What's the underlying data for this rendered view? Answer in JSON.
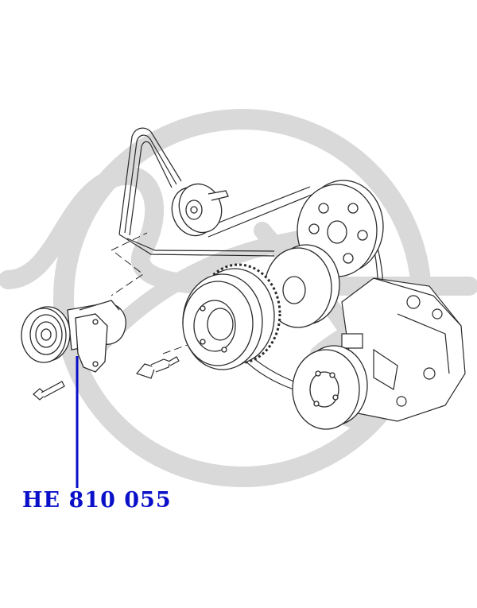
{
  "part_number": "HE 810 055",
  "colors": {
    "part_label": "#0a10c8",
    "callout_line": "#0a10c8",
    "watermark": "#d9d9d9",
    "line_art": "#2a2a2a",
    "background": "#ffffff"
  },
  "components": [
    "belt-tensioner-pulley",
    "idler-pulley",
    "water-pump-pulley",
    "crankshaft-pulley",
    "alternator-pulley",
    "ac-compressor",
    "drive-belt",
    "mounting-bolt"
  ],
  "watermark": "logo"
}
